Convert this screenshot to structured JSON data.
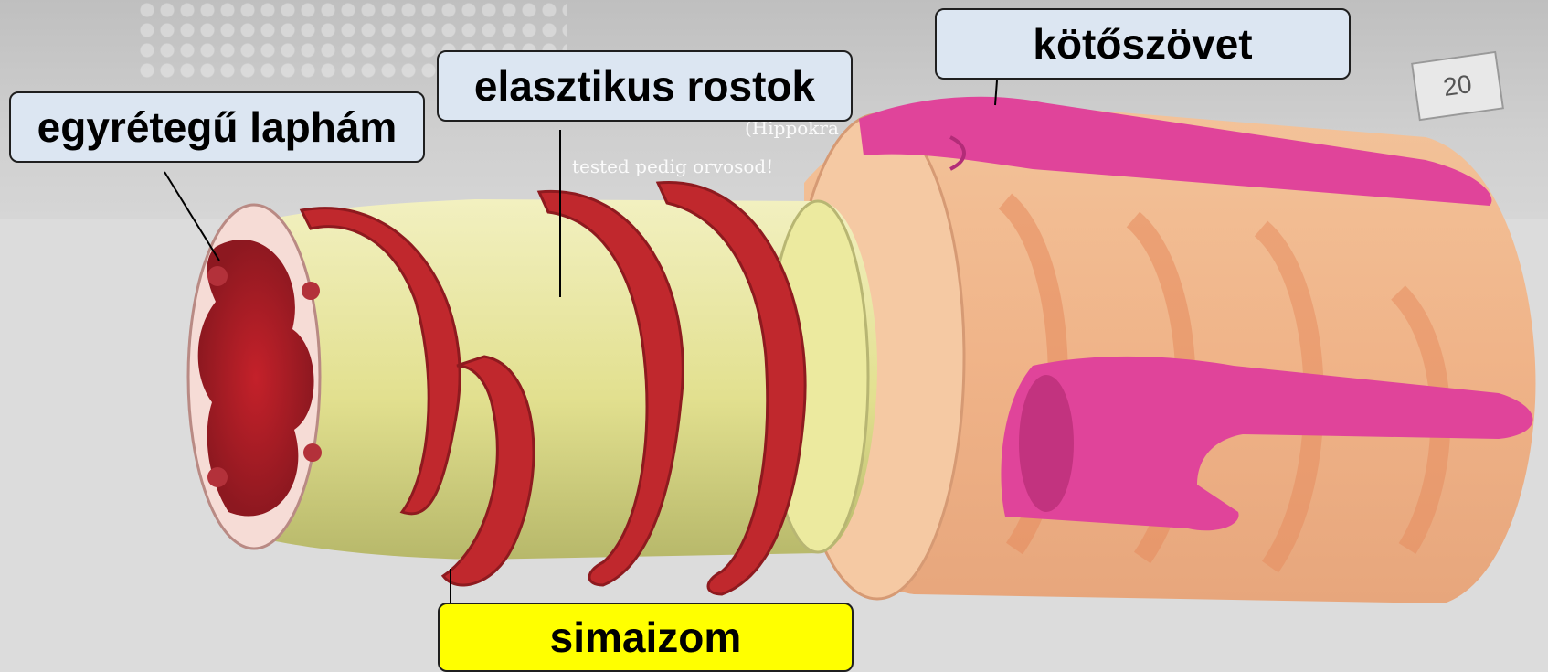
{
  "labels": {
    "squamous": "egyrétegű laphám",
    "elastic": "elasztikus rostok",
    "connective": "kötőszövet",
    "muscle": "simaizom"
  },
  "background": {
    "ghost_line_1": "(Hippokra",
    "ghost_line_2": "tested pedig orvosod!",
    "badge_text": "20"
  },
  "colors": {
    "label_fill": "#dce6f2",
    "highlight_fill": "#ffff00",
    "label_border": "#1f1f1f",
    "muscle_red": "#c0282d",
    "elastic_yellow": "#e4e39a",
    "connective_pink": "#e0449a",
    "outer_tissue": "#f0b48a"
  }
}
